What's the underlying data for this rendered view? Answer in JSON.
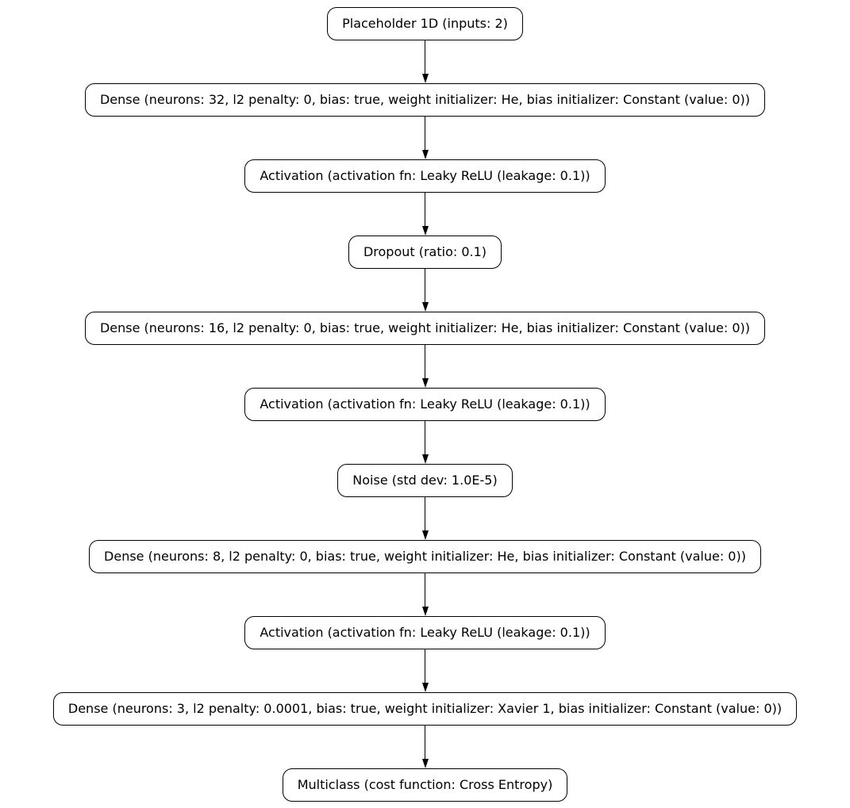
{
  "diagram": {
    "type": "neural-network-layer-flowchart",
    "background_color": "#ffffff",
    "node_fill_color": "#ffffff",
    "node_border_color": "#000000",
    "text_color": "#000000",
    "arrow_color": "#000000",
    "nodes": [
      {
        "id": "placeholder-1d",
        "label": "Placeholder 1D (inputs: 2)"
      },
      {
        "id": "dense-32",
        "label": "Dense (neurons: 32, l2 penalty: 0, bias: true, weight initializer: He, bias initializer: Constant (value: 0))"
      },
      {
        "id": "activation-1",
        "label": "Activation (activation fn: Leaky ReLU (leakage: 0.1))"
      },
      {
        "id": "dropout",
        "label": "Dropout (ratio: 0.1)"
      },
      {
        "id": "dense-16",
        "label": "Dense (neurons: 16, l2 penalty: 0, bias: true, weight initializer: He, bias initializer: Constant (value: 0))"
      },
      {
        "id": "activation-2",
        "label": "Activation (activation fn: Leaky ReLU (leakage: 0.1))"
      },
      {
        "id": "noise",
        "label": "Noise (std dev: 1.0E-5)"
      },
      {
        "id": "dense-8",
        "label": "Dense (neurons: 8, l2 penalty: 0, bias: true, weight initializer: He, bias initializer: Constant (value: 0))"
      },
      {
        "id": "activation-3",
        "label": "Activation (activation fn: Leaky ReLU (leakage: 0.1))"
      },
      {
        "id": "dense-3",
        "label": "Dense (neurons: 3, l2 penalty: 0.0001, bias: true, weight initializer: Xavier 1, bias initializer: Constant (value: 0))"
      },
      {
        "id": "multiclass",
        "label": "Multiclass (cost function: Cross Entropy)"
      }
    ],
    "edges": [
      {
        "from": "placeholder-1d",
        "to": "dense-32"
      },
      {
        "from": "dense-32",
        "to": "activation-1"
      },
      {
        "from": "activation-1",
        "to": "dropout"
      },
      {
        "from": "dropout",
        "to": "dense-16"
      },
      {
        "from": "dense-16",
        "to": "activation-2"
      },
      {
        "from": "activation-2",
        "to": "noise"
      },
      {
        "from": "noise",
        "to": "dense-8"
      },
      {
        "from": "dense-8",
        "to": "activation-3"
      },
      {
        "from": "activation-3",
        "to": "dense-3"
      },
      {
        "from": "dense-3",
        "to": "multiclass"
      }
    ]
  }
}
